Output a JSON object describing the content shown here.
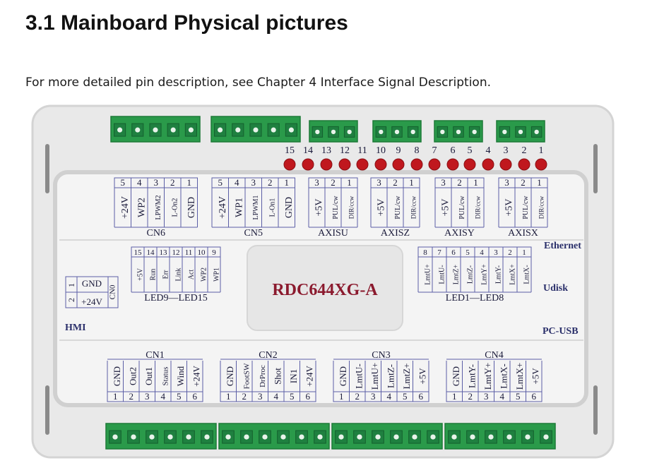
{
  "heading": "3.1 Mainboard Physical pictures",
  "description": "For more detailed pin description, see Chapter 4 Interface Signal Description.",
  "board": {
    "model": "RDC644XG-A",
    "led_numbers": [
      "15",
      "14",
      "13",
      "12",
      "11",
      "10",
      "9",
      "8",
      "7",
      "6",
      "5",
      "4",
      "3",
      "2",
      "1"
    ],
    "top_groups": [
      {
        "label": "CN6",
        "nums": [
          "5",
          "4",
          "3",
          "2",
          "1"
        ],
        "pins": [
          "+24V",
          "WP2",
          "LPWM2",
          "L-On2",
          "GND"
        ]
      },
      {
        "label": "CN5",
        "nums": [
          "5",
          "4",
          "3",
          "2",
          "1"
        ],
        "pins": [
          "+24V",
          "WP1",
          "LPWM1",
          "L-On1",
          "GND"
        ]
      },
      {
        "label": "AXISU",
        "nums": [
          "3",
          "2",
          "1"
        ],
        "pins": [
          "+5V",
          "PUL/cw",
          "DIR/ccw"
        ]
      },
      {
        "label": "AXISZ",
        "nums": [
          "3",
          "2",
          "1"
        ],
        "pins": [
          "+5V",
          "PUL/cw",
          "DIR/ccw"
        ]
      },
      {
        "label": "AXISY",
        "nums": [
          "3",
          "2",
          "1"
        ],
        "pins": [
          "+5V",
          "PUL/cw",
          "DIR/ccw"
        ]
      },
      {
        "label": "AXISX",
        "nums": [
          "3",
          "2",
          "1"
        ],
        "pins": [
          "+5V",
          "PUL/cw",
          "DIR/ccw"
        ]
      }
    ],
    "led_left": {
      "label": "LED9—LED15",
      "nums": [
        "15",
        "14",
        "13",
        "12",
        "11",
        "10",
        "9"
      ],
      "pins": [
        "+5V",
        "Run",
        "Err",
        "Link",
        "Act",
        "WP2",
        "WP1"
      ]
    },
    "led_right": {
      "label": "LED1—LED8",
      "nums": [
        "8",
        "7",
        "6",
        "5",
        "4",
        "3",
        "2",
        "1"
      ],
      "pins": [
        "LmtU+",
        "LmtU-",
        "LmtZ+",
        "LmtZ-",
        "LmtY+",
        "LmtY-",
        "LmtX+",
        "LmtX-"
      ]
    },
    "cn0": {
      "label": "CN0",
      "nums": [
        "1",
        "2"
      ],
      "pins": [
        "GND",
        "+24V"
      ]
    },
    "side_labels": {
      "ethernet": "Ethernet",
      "udisk": "Udisk",
      "pcusb": "PC-USB",
      "hmi": "HMI"
    },
    "bottom_groups": [
      {
        "label": "CN1",
        "nums": [
          "1",
          "2",
          "3",
          "4",
          "5",
          "6"
        ],
        "pins": [
          "GND",
          "Out2",
          "Out1",
          "Status",
          "Wind",
          "+24V"
        ]
      },
      {
        "label": "CN2",
        "nums": [
          "1",
          "2",
          "3",
          "4",
          "5",
          "6"
        ],
        "pins": [
          "GND",
          "FootSW",
          "DrProc",
          "Shot",
          "IN1",
          "+24V"
        ]
      },
      {
        "label": "CN3",
        "nums": [
          "1",
          "2",
          "3",
          "4",
          "5",
          "6"
        ],
        "pins": [
          "GND",
          "LmtU-",
          "LmtU+",
          "LmtZ-",
          "LmtZ+",
          "+5V"
        ]
      },
      {
        "label": "CN4",
        "nums": [
          "1",
          "2",
          "3",
          "4",
          "5",
          "6"
        ],
        "pins": [
          "GND",
          "LmtY-",
          "LmtY+",
          "LmtX-",
          "LmtX+",
          "+5V"
        ]
      }
    ],
    "colors": {
      "terminal": "#2a9a4a",
      "terminal_dark": "#1d7a38",
      "led": "#c0181e",
      "model_text": "#8b1a2e",
      "board": "#ececec",
      "outline": "#5b5ea6"
    }
  }
}
